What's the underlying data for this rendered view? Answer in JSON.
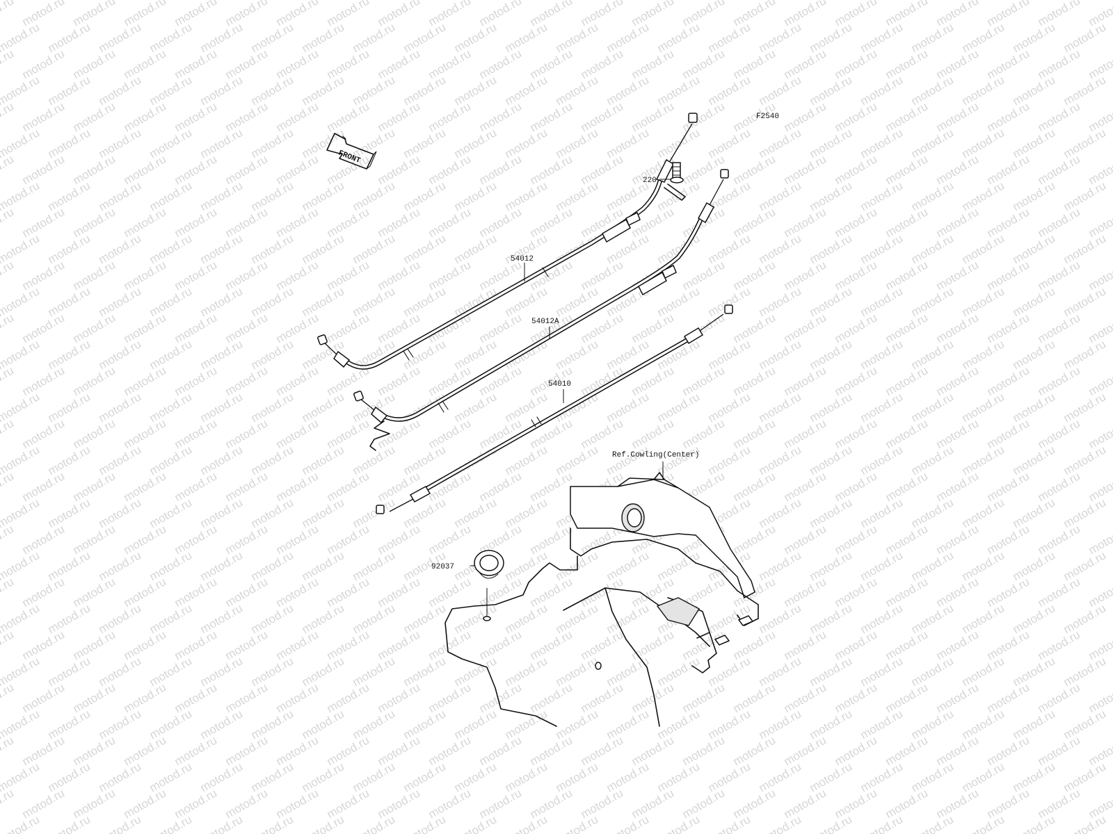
{
  "figure_code": "F2540",
  "watermark": "motod.ru",
  "front_arrow": {
    "label": "FRONT",
    "icon": "front-direction-arrow-icon"
  },
  "parts": {
    "cable_54012": "54012",
    "cable_54012A": "54012A",
    "cable_54010": "54010",
    "bolt_220": "220",
    "grommet_92037": "92037",
    "ref_cowling": "Ref.Cowling(Center)"
  }
}
